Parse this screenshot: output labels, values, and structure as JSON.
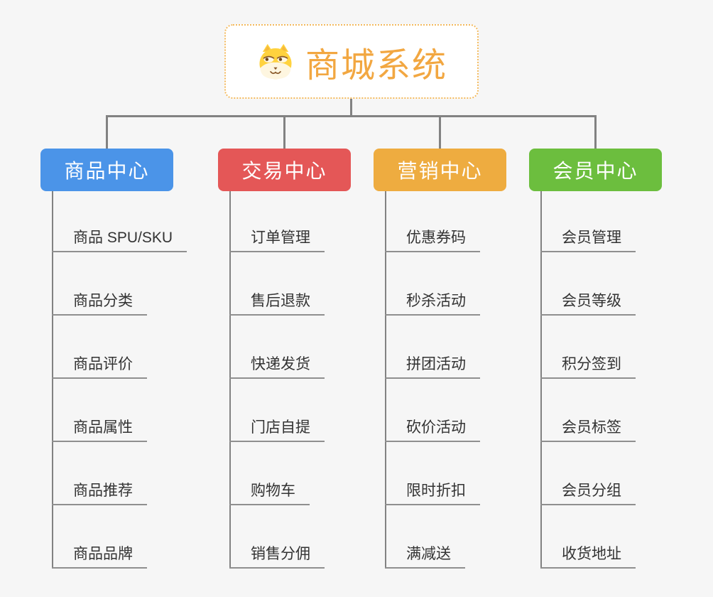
{
  "canvas": {
    "background": "#F6F6F6",
    "connector_color": "#828282",
    "underline_color": "#8F8F8F",
    "child_text_color": "#333333"
  },
  "root": {
    "title": "商城系统",
    "icon": "dog-face-icon",
    "text_color": "#F2A741",
    "border_color": "#F3BA5E",
    "background": "#FFFFFF"
  },
  "branches": [
    {
      "key": "product-center",
      "label": "商品中心",
      "color": "#4B94E8",
      "children": [
        "商品 SPU/SKU",
        "商品分类",
        "商品评价",
        "商品属性",
        "商品推荐",
        "商品品牌"
      ]
    },
    {
      "key": "trade-center",
      "label": "交易中心",
      "color": "#E45757",
      "children": [
        "订单管理",
        "售后退款",
        "快递发货",
        "门店自提",
        "购物车",
        "销售分佣"
      ]
    },
    {
      "key": "marketing-center",
      "label": "营销中心",
      "color": "#EEAC40",
      "children": [
        "优惠券码",
        "秒杀活动",
        "拼团活动",
        "砍价活动",
        "限时折扣",
        "满减送"
      ]
    },
    {
      "key": "member-center",
      "label": "会员中心",
      "color": "#6CBE3E",
      "children": [
        "会员管理",
        "会员等级",
        "积分签到",
        "会员标签",
        "会员分组",
        "收货地址"
      ]
    }
  ]
}
